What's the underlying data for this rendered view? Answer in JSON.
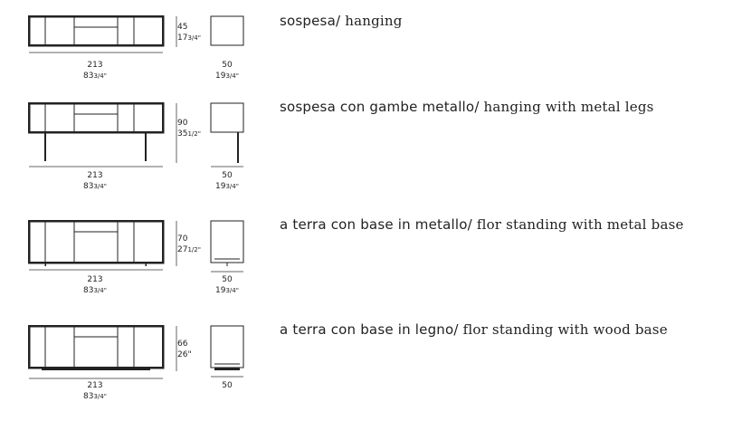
{
  "variants": [
    {
      "label_it": "sospesa",
      "label_en": "hanging",
      "width_cm": "213",
      "width_in": "83",
      "width_in_frac": "3/4\"",
      "height_cm": "45",
      "height_in": "17",
      "height_in_frac": "3/4\"",
      "depth_cm": "50",
      "depth_in": "19",
      "depth_in_frac": "3/4\""
    },
    {
      "label_it": "sospesa con gambe metallo",
      "label_en": "hanging with metal legs",
      "width_cm": "213",
      "width_in": "83",
      "width_in_frac": "3/4\"",
      "height_cm": "90",
      "height_in": "35",
      "height_in_frac": "1/2\"",
      "depth_cm": "50",
      "depth_in": "19",
      "depth_in_frac": "3/4\""
    },
    {
      "label_it": "a terra con base in metallo",
      "label_en": "flor standing with metal base",
      "width_cm": "213",
      "width_in": "83",
      "width_in_frac": "3/4\"",
      "height_cm": "70",
      "height_in": "27",
      "height_in_frac": "1/2\"",
      "depth_cm": "50",
      "depth_in": "19",
      "depth_in_frac": "3/4\""
    },
    {
      "label_it": "a terra con base in legno",
      "label_en": "flor standing with wood base",
      "width_cm": "213",
      "width_in": "83",
      "width_in_frac": "3/4\"",
      "height_cm": "66",
      "height_in": "26\"",
      "height_in_frac": "",
      "depth_cm": "50",
      "depth_in": "",
      "depth_in_frac": ""
    }
  ]
}
